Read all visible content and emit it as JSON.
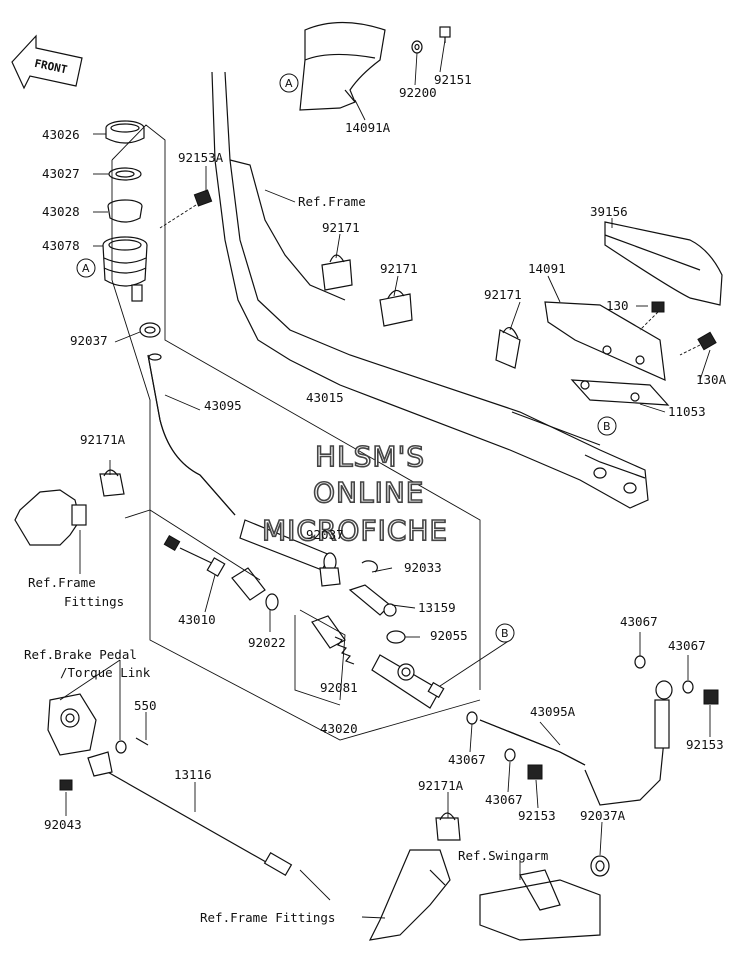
{
  "watermark": {
    "line1": "HLSM'S",
    "line2": "ONLINE",
    "line3": "MICROFICHE"
  },
  "front_badge": "FRONT",
  "callout_letters": {
    "a": "A",
    "b": "B"
  },
  "labels": {
    "p92151": "92151",
    "p92200": "92200",
    "p14091A": "14091A",
    "p43026": "43026",
    "p43027": "43027",
    "p43028": "43028",
    "p43078": "43078",
    "p92153A": "92153A",
    "ref_frame": "Ref.Frame",
    "p92171_a": "92171",
    "p92171_b": "92171",
    "p92171_c": "92171",
    "p39156": "39156",
    "p14091": "14091",
    "p130": "130",
    "p130A": "130A",
    "p11053": "11053",
    "p92037": "92037",
    "p43095": "43095",
    "p43015": "43015",
    "p92171A_top": "92171A",
    "ref_frame_fittings_1": "Ref.Frame",
    "ref_frame_fittings_2": "Fittings",
    "p43010": "43010",
    "p92037_mid": "92037",
    "p92033": "92033",
    "p13159": "13159",
    "p92055": "92055",
    "p92022": "92022",
    "p92081": "92081",
    "p43020": "43020",
    "ref_brake_1": "Ref.Brake Pedal",
    "ref_brake_2": "/Torque Link",
    "p550": "550",
    "p13116": "13116",
    "p92043": "92043",
    "p43067_a": "43067",
    "p43067_b": "43067",
    "p43067_c": "43067",
    "p43067_d": "43067",
    "p43095A": "43095A",
    "p92153_a": "92153",
    "p92153_b": "92153",
    "p92171A_bot": "92171A",
    "p92037A": "92037A",
    "ref_swingarm": "Ref.Swingarm",
    "ref_frame_fittings_bottom": "Ref.Frame Fittings"
  }
}
